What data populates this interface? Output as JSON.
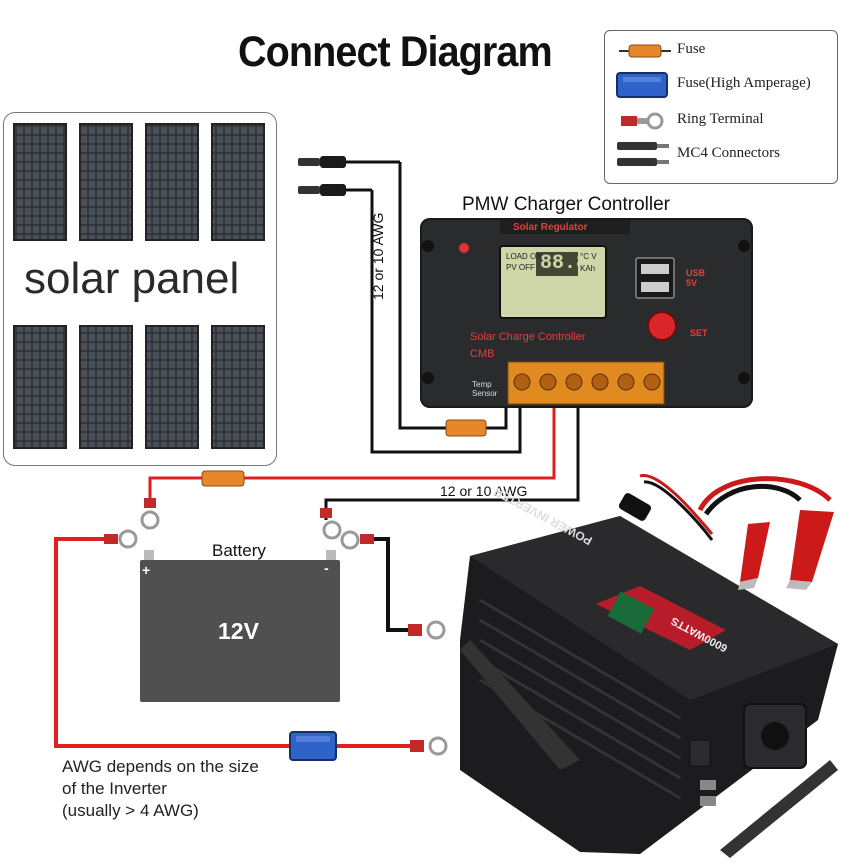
{
  "diagram": {
    "title": "Connect Diagram",
    "legend": [
      {
        "label": "Fuse",
        "icon": "fuse-icon",
        "color": "#e8862a"
      },
      {
        "label": "Fuse(High Amperage)",
        "icon": "high-amperage-fuse-icon",
        "color": "#2f63c9"
      },
      {
        "label": "Ring Terminal",
        "icon": "ring-terminal-icon",
        "color": "#c22a2a"
      },
      {
        "label": "MC4 Connectors",
        "icon": "mc4-connector-icon",
        "color": "#333333"
      }
    ],
    "solar_panel_label": "solar panel",
    "controller": {
      "title": "PMW Charger Controller",
      "top_label": "Solar Regulator",
      "bottom_label": "Solar Charge Controller",
      "brand": "CMB",
      "lcd_load": "LOAD ON",
      "lcd_pv": "PV OFF",
      "lcd_digits": "88.8",
      "lcd_unit_v": "°C V",
      "lcd_unit_a": "KAh",
      "usb_label": "USB 5V",
      "set_label": "SET",
      "temp_label": "Temp Sensor"
    },
    "wire_label_vertical": "12 or 10 AWG",
    "wire_label_horizontal": "12 or 10 AWG",
    "battery": {
      "title": "Battery",
      "voltage": "12V",
      "plus": "+",
      "minus": "-"
    },
    "inverter": {
      "brand_top": "POWER INVERTER",
      "watts": "6000WATTS"
    },
    "note_lines": [
      "AWG depends on the size",
      "of the Inverter",
      "(usually  > 4 AWG)"
    ],
    "colors": {
      "positive_wire": "#e02020",
      "negative_wire": "#111111",
      "fuse": "#e8862a",
      "high_fuse": "#2f63c9"
    }
  }
}
